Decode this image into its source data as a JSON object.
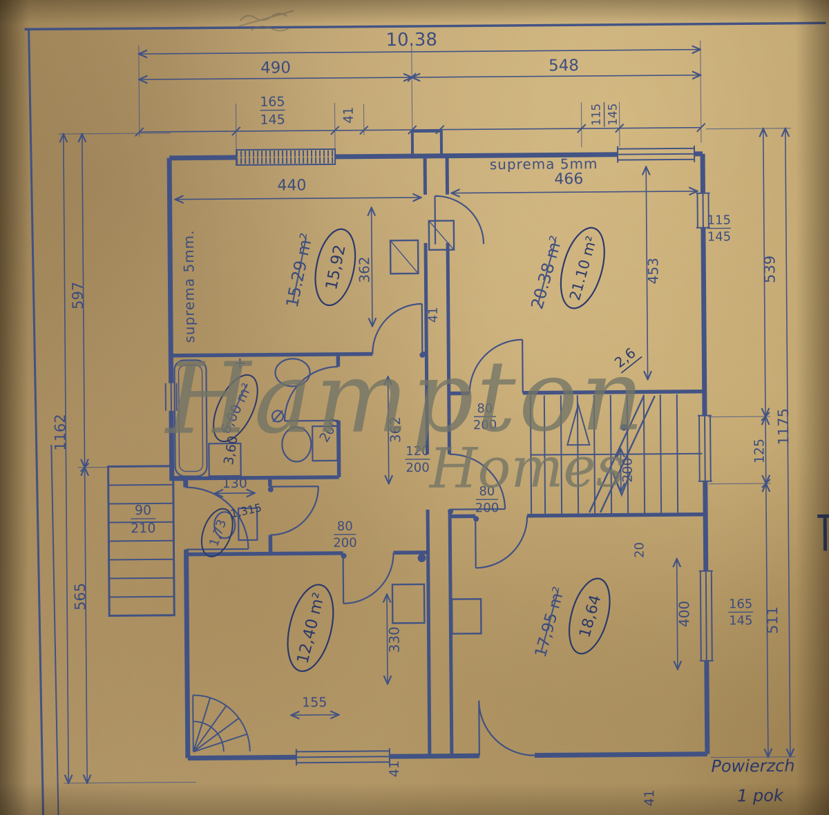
{
  "scene": {
    "type": "hand-drawn architectural floor plan blueprint on aged paper",
    "paper_color": "#b89c6e",
    "ink_color": "#3b4e86",
    "pen_color": "#22346b",
    "watermark_color": "#6e7166"
  },
  "watermark": {
    "line1": "Hampton",
    "line2": "Homes"
  },
  "notes": {
    "material_left": "suprema 5mm.",
    "material_top": "suprema 5mm",
    "bottom_1": "Powierzch",
    "bottom_2": "1 pok",
    "pen_correction": "2,6"
  },
  "rooms": {
    "top_left": {
      "area": "15.29 m²",
      "corrected": "15,92"
    },
    "top_right": {
      "area": "20.38 m²",
      "corrected": "21.10 m²"
    },
    "bathroom": {
      "area": "6,00 m²",
      "corrected": "3,60"
    },
    "wc": {
      "area": "1,73",
      "corrected": "1,315"
    },
    "bottom_left": {
      "area": "12,40 m²"
    },
    "bottom_right": {
      "area": "17,95 m²",
      "corrected": "18,64"
    }
  },
  "dims": {
    "total_width": "10.38",
    "seg_490": "490",
    "seg_548": "548",
    "win_tl_165": "165",
    "win_tl_145": "145",
    "pier_41_top": "41",
    "win_top_115": "115",
    "win_top_145": "145",
    "room_tl_440": "440",
    "room_tr_466": "466",
    "win_right_115": "115",
    "win_right_145": "145",
    "v_362_top": "362",
    "v_453": "453",
    "v_539": "539",
    "v_597": "597",
    "v_1162": "1162",
    "v_1175": "1175",
    "v_125": "125",
    "v_565": "565",
    "v_511": "511",
    "pier_41_mid": "41",
    "door_bath_200": "200",
    "v_362_mid": "362",
    "door_a_80": "80",
    "door_a_200": "200",
    "door_b_120": "120",
    "door_b_200": "200",
    "stair_200": "200",
    "door_c_80": "80",
    "door_c_200": "200",
    "entry_90": "90",
    "entry_210": "210",
    "w_130": "130",
    "door_d_80": "80",
    "door_d_200": "200",
    "v_330": "330",
    "v_400": "400",
    "win_br_165": "165",
    "win_br_145": "145",
    "w_20": "20",
    "w_155": "155",
    "pier_41_bottom": "41",
    "pier_41_corner": "41"
  }
}
